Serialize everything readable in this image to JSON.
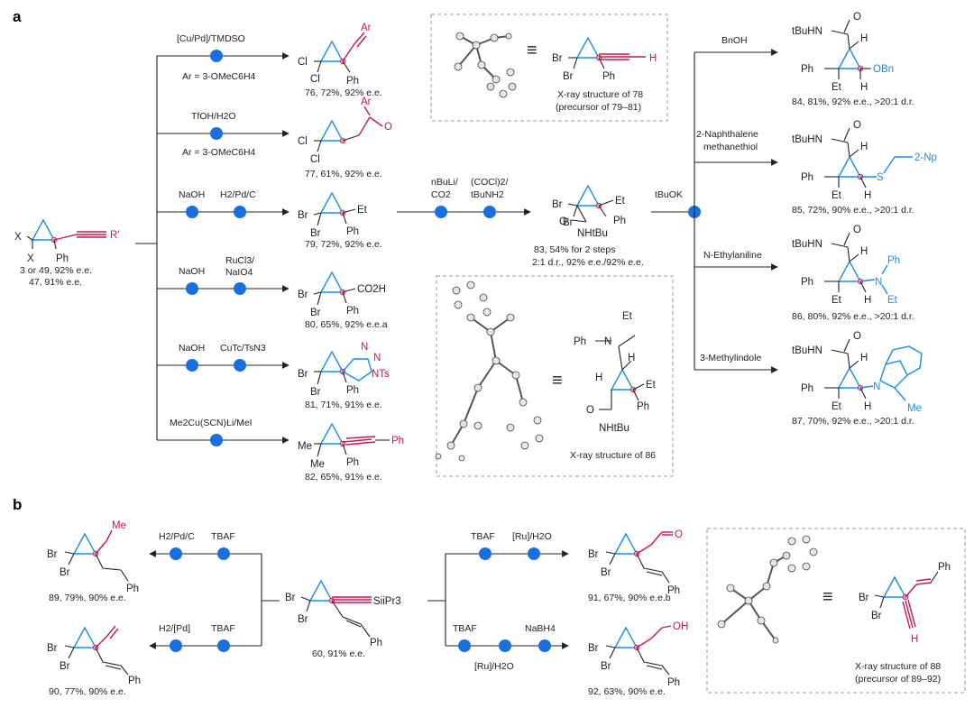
{
  "panels": {
    "a": "a",
    "b": "b"
  },
  "start": {
    "labels": [
      "X",
      "X",
      "Ph",
      "R′"
    ],
    "caption1": "3 or 49, 92% e.e.",
    "caption2": "47, 91% e.e."
  },
  "arrows": {
    "r76": {
      "top": "[Cu/Pd]/TMDSO",
      "bottom": "Ar = 3-OMeC6H4"
    },
    "r77": {
      "top": "TfOH/H2O",
      "bottom": "Ar = 3-OMeC6H4"
    },
    "r79": {
      "top1": "NaOH",
      "top2": "H2/Pd/C"
    },
    "r80": {
      "top1": "NaOH",
      "top2a": "RuCl3/",
      "top2b": "NaIO4"
    },
    "r81": {
      "top1": "NaOH",
      "top2": "CuTc/TsN3"
    },
    "r82": {
      "top": "Me2Cu(SCN)Li/MeI"
    },
    "r83": {
      "top1a": "nBuLi/",
      "top1b": "CO2",
      "top2a": "(COCl)2/",
      "top2b": "tBuNH2"
    },
    "rk": {
      "top": "tBuOK"
    },
    "r84": {
      "top": "BnOH"
    },
    "r85": {
      "top1": "2-Naphthalene",
      "top2": "methanethiol"
    },
    "r86": {
      "top": "N-Ethylaniline"
    },
    "r87": {
      "top": "3-Methylindole"
    }
  },
  "products": {
    "p76": {
      "caption": "76, 72%, 92% e.e.",
      "labels": [
        "Cl",
        "Cl",
        "Ph",
        "Ar"
      ]
    },
    "p77": {
      "caption": "77, 61%, 92% e.e.",
      "labels": [
        "Cl",
        "Cl",
        "Ar",
        "O"
      ]
    },
    "p79": {
      "caption": "79, 72%, 92% e.e.",
      "labels": [
        "Br",
        "Br",
        "Ph",
        "Et"
      ]
    },
    "p80": {
      "caption": "80, 65%, 92% e.e.a",
      "labels": [
        "Br",
        "Br",
        "Ph",
        "CO2H"
      ]
    },
    "p81": {
      "caption": "81, 71%, 91% e.e.",
      "labels": [
        "Br",
        "Br",
        "Ph",
        "N",
        "N",
        "NTs"
      ]
    },
    "p82": {
      "caption": "82, 65%, 91% e.e.",
      "labels": [
        "Me",
        "Me",
        "Ph",
        "Ph"
      ]
    },
    "p83": {
      "caption1": "83, 54% for 2 steps",
      "caption2": "2:1 d.r., 92% e.e./92% e.e.",
      "labels": [
        "Br",
        "Br",
        "Et",
        "O",
        "NHtBu",
        "Ph"
      ]
    },
    "p84": {
      "caption": "84, 81%, 92% e.e., >20:1 d.r.",
      "labels": [
        "tBuHN",
        "O",
        "H",
        "Ph",
        "OBn",
        "Et",
        "H"
      ]
    },
    "p85": {
      "caption": "85, 72%, 90% e.e., >20:1 d.r.",
      "labels": [
        "tBuHN",
        "O",
        "H",
        "Ph",
        "S",
        "2-Np",
        "Et",
        "H"
      ]
    },
    "p86": {
      "caption": "86, 80%, 92% e.e., >20:1 d.r.",
      "labels": [
        "tBuHN",
        "O",
        "H",
        "Ph",
        "Ph",
        "N",
        "Et",
        "Et",
        "H"
      ]
    },
    "p87": {
      "caption": "87, 70%, 92% e.e., >20:1 d.r.",
      "labels": [
        "tBuHN",
        "O",
        "H",
        "Ph",
        "N",
        "Me",
        "Et",
        "H"
      ]
    }
  },
  "xray78": {
    "caption1": "X-ray structure of 78",
    "caption2": "(precursor of 79–81)",
    "labels": [
      "Br",
      "Br",
      "Ph",
      "H"
    ]
  },
  "xray86": {
    "caption": "X-ray structure of 86",
    "labels": [
      "Et",
      "Ph",
      "N",
      "H",
      "H",
      "Et",
      "O",
      "Ph",
      "NHtBu"
    ]
  },
  "partB": {
    "start": {
      "caption": "60, 91% e.e.",
      "labels": [
        "Br",
        "Br",
        "SiiPr3",
        "Ph"
      ]
    },
    "r89": {
      "top1": "H2/Pd/C",
      "top2": "TBAF"
    },
    "r90": {
      "top1": "H2/[Pd]",
      "top2": "TBAF"
    },
    "r91": {
      "top1": "TBAF",
      "top2": "[Ru]/H2O"
    },
    "r92": {
      "top1": "TBAF",
      "top2": "NaBH4",
      "bottom": "[Ru]/H2O"
    },
    "p89": {
      "caption": "89, 79%, 90% e.e.",
      "labels": [
        "Br",
        "Br",
        "Me",
        "Ph"
      ]
    },
    "p90": {
      "caption": "90, 77%, 90% e.e.",
      "labels": [
        "Br",
        "Br",
        "Ph"
      ]
    },
    "p91": {
      "caption": "91, 67%, 90% e.e.b",
      "labels": [
        "Br",
        "Br",
        "O",
        "Ph"
      ]
    },
    "p92": {
      "caption": "92, 63%, 90% e.e.",
      "labels": [
        "Br",
        "Br",
        "OH",
        "Ph"
      ]
    },
    "xray88": {
      "caption1": "X-ray structure of 88",
      "caption2": "(precursor of 89–92)",
      "labels": [
        "Br",
        "Br",
        "Ph",
        "H"
      ]
    }
  }
}
